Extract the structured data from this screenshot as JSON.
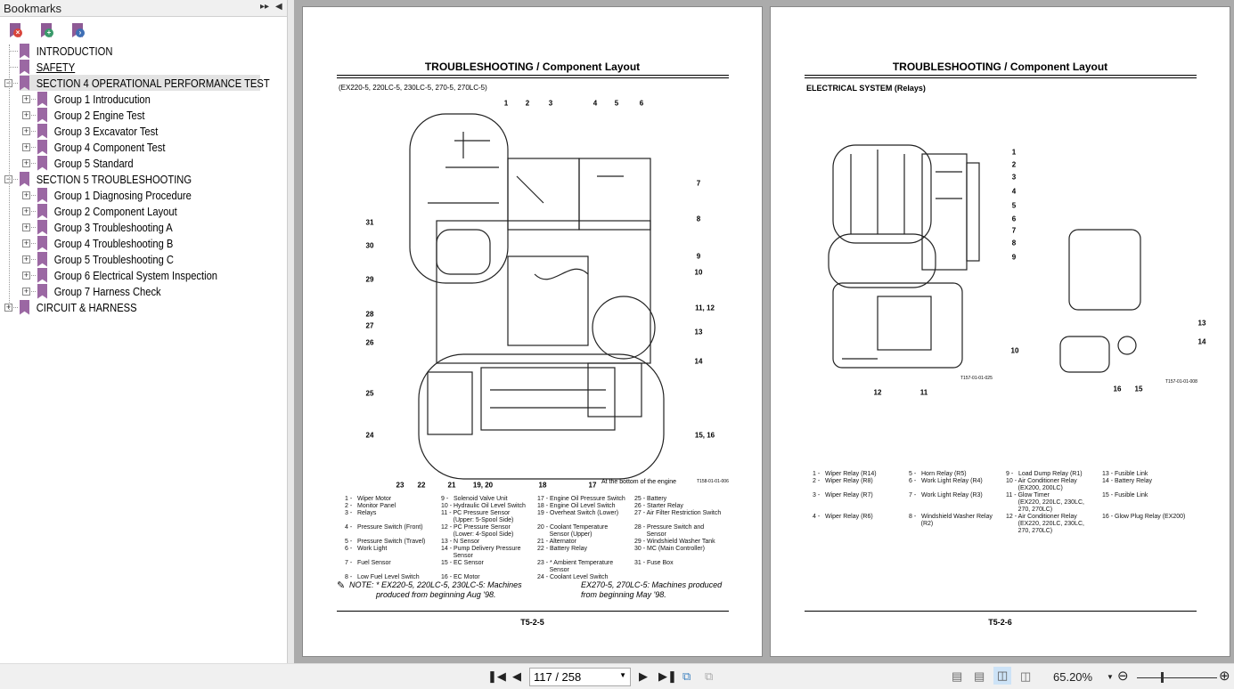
{
  "sidebar": {
    "title": "Bookmarks",
    "tools": [
      "delete-bookmark",
      "add-bookmark",
      "go-to-bookmark"
    ],
    "items": [
      {
        "label": "INTRODUCTION",
        "level": 0,
        "expander": ""
      },
      {
        "label": "SAFETY",
        "level": 0,
        "expander": ""
      },
      {
        "label": "SECTION 4 OPERATIONAL PERFORMANCE TEST",
        "level": 0,
        "expander": "-",
        "selected": true
      },
      {
        "label": "Group 1 Introducution",
        "level": 1,
        "expander": "+"
      },
      {
        "label": "Group 2 Engine Test",
        "level": 1,
        "expander": "+"
      },
      {
        "label": "Group 3 Excavator Test",
        "level": 1,
        "expander": "+"
      },
      {
        "label": "Group 4 Component Test",
        "level": 1,
        "expander": "+"
      },
      {
        "label": "Group 5 Standard",
        "level": 1,
        "expander": "+"
      },
      {
        "label": "SECTION 5 TROUBLESHOOTING",
        "level": 0,
        "expander": "-"
      },
      {
        "label": "Group 1 Diagnosing Procedure",
        "level": 1,
        "expander": "+"
      },
      {
        "label": "Group 2 Component Layout",
        "level": 1,
        "expander": "+"
      },
      {
        "label": "Group 3 Troubleshooting A",
        "level": 1,
        "expander": "+"
      },
      {
        "label": "Group 4 Troubleshooting B",
        "level": 1,
        "expander": "+"
      },
      {
        "label": "Group 5 Troubleshooting C",
        "level": 1,
        "expander": "+"
      },
      {
        "label": "Group 6 Electrical System Inspection",
        "level": 1,
        "expander": "+"
      },
      {
        "label": "Group 7 Harness Check",
        "level": 1,
        "expander": "+"
      },
      {
        "label": "CIRCUIT & HARNESS",
        "level": 0,
        "expander": "+"
      }
    ]
  },
  "left_page": {
    "title": "TROUBLESHOOTING / Component Layout",
    "models": "(EX220-5, 220LC-5, 230LC-5, 270-5, 270LC-5)",
    "callouts": [
      "1",
      "2",
      "3",
      "4",
      "5",
      "6",
      "7",
      "8",
      "9",
      "10",
      "11, 12",
      "13",
      "14",
      "15, 16",
      "17",
      "31",
      "30",
      "29",
      "28",
      "27",
      "26",
      "25",
      "24",
      "23",
      "22",
      "21",
      "19, 20",
      "18"
    ],
    "bottom_note": "At the bottom of the engine",
    "figure_code": "T158-01-01-006",
    "legend": [
      "1 -   Wiper Motor\n2 -   Monitor Panel\n3 -   Relays\n\n4 -   Pressure Switch (Front)\n\n5 -   Pressure Switch (Travel)\n6 -   Work Light\n\n7 -   Fuel Sensor\n\n8 -   Low Fuel Level Switch",
      "9 -   Solenoid Valve Unit\n10 - Hydraulic Oil Level Switch\n11 - PC Pressure Sensor\n       (Upper: 5-Spool Side)\n12 - PC Pressure Sensor\n       (Lower: 4-Spool Side)\n13 - N Sensor\n14 - Pump Delivery Pressure\n       Sensor\n15 - EC Sensor\n\n16 - EC Motor",
      "17 - Engine Oil Pressure Switch\n18 - Engine Oil Level Switch\n19 - Overheat Switch (Lower)\n\n20 - Coolant Temperature\n       Sensor (Upper)\n21 - Alternator\n22 - Battery Relay\n\n23 - * Ambient Temperature\n       Sensor\n24 - Coolant Level Switch",
      "25 - Battery\n26 - Starter Relay\n27 - Air Filter Restriction Switch\n\n28 - Pressure Switch and\n       Sensor\n29 - Windshield Washer Tank\n30 - MC (Main Controller)\n\n31 - Fuse Box"
    ],
    "note_left": "NOTE: * EX220-5, 220LC-5, 230LC-5: Machines\n            produced from beginning Aug '98.",
    "note_right": "EX270-5, 270LC-5: Machines produced\nfrom beginning May '98.",
    "page_number": "T5-2-5"
  },
  "right_page": {
    "title": "TROUBLESHOOTING / Component Layout",
    "subtitle": "ELECTRICAL SYSTEM (Relays)",
    "callouts": [
      "1",
      "2",
      "3",
      "4",
      "5",
      "6",
      "7",
      "8",
      "9",
      "10",
      "11",
      "12",
      "13",
      "14",
      "15",
      "16"
    ],
    "figure_codes": [
      "T157-01-01-025",
      "T157-01-01-008"
    ],
    "legend": [
      "1 -   Wiper Relay (R14)\n2 -   Wiper Relay (R8)\n\n3 -   Wiper Relay (R7)\n\n\n4 -   Wiper Relay (R6)",
      "5 -   Horn Relay (R5)\n6 -   Work Light Relay (R4)\n\n7 -   Work Light Relay (R3)\n\n\n8 -   Windshield Washer Relay\n       (R2)",
      "9 -   Load Dump Relay (R1)\n10 - Air Conditioner Relay\n       (EX200, 200LC)\n11 - Glow Timer\n       (EX220, 220LC, 230LC,\n       270, 270LC)\n12 - Air Conditioner Relay\n       (EX220, 220LC, 230LC,\n       270, 270LC)",
      "13 - Fusible Link\n14 - Battery Relay\n\n15 - Fusible Link\n\n\n16 - Glow Plug Relay (EX200)"
    ],
    "page_number": "T5-2-6"
  },
  "toolbar": {
    "page_display": "117 / 258",
    "zoom": "65.20%",
    "view_mode": "two-page-continuous",
    "zoom_slider_fraction": 0.3
  }
}
